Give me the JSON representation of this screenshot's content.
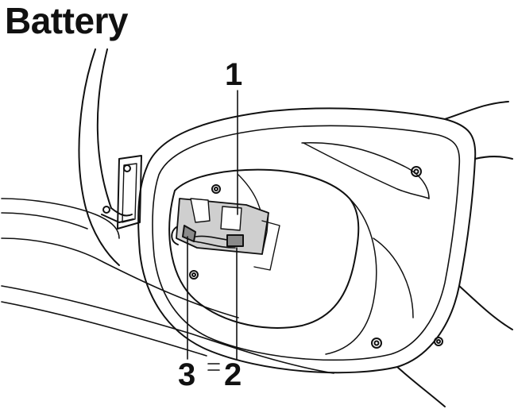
{
  "title": "Battery",
  "callouts": {
    "one": "1",
    "two": "2",
    "three": "3"
  },
  "colors": {
    "line": "#111111",
    "shade": "#cfcfcf",
    "dark": "#8a8a8a"
  }
}
